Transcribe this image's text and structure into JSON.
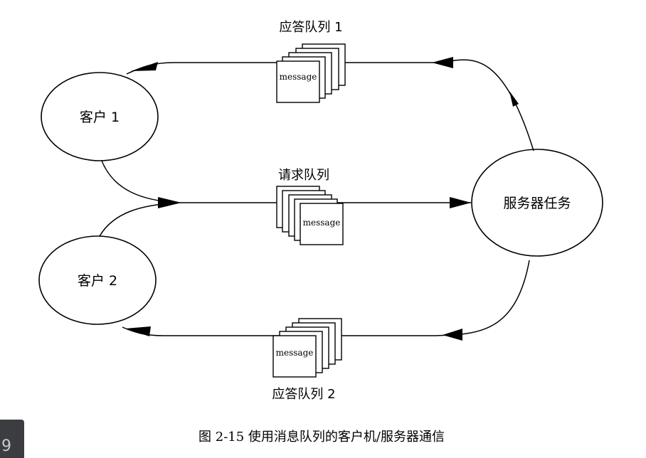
{
  "nodes": {
    "client1": "客户 1",
    "client2": "客户 2",
    "server": "服务器任务"
  },
  "queues": {
    "reply1": "应答队列 1",
    "request": "请求队列",
    "reply2": "应答队列 2"
  },
  "message_label": "message",
  "caption": "图 2-15   使用消息队列的客户机/服务器通信",
  "page_number": "9"
}
